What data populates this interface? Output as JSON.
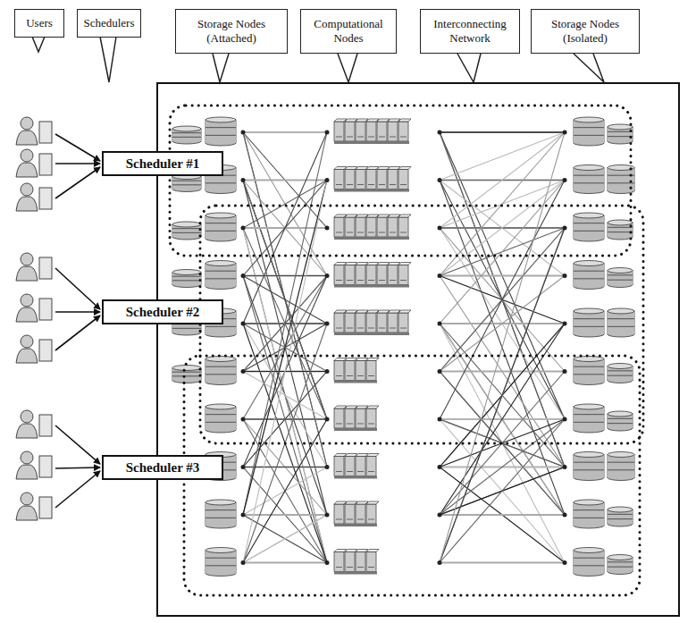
{
  "diagram": {
    "nodes": [
      {
        "text": [
          "Users"
        ]
      },
      {
        "text": [
          "Schedulers"
        ]
      },
      {
        "text": [
          "Storage Nodes (Attached)"
        ]
      },
      {
        "text": [
          "Computational Nodes"
        ]
      },
      {
        "text": [
          "Interconnecting Network"
        ]
      },
      {
        "text": [
          "Storage Nodes (Isolated)"
        ]
      },
      {
        "text": [
          "Scheduler #1"
        ]
      },
      {
        "text": [
          "Scheduler #2"
        ]
      },
      {
        "text": [
          "Scheduler #3"
        ]
      }
    ]
  }
}
